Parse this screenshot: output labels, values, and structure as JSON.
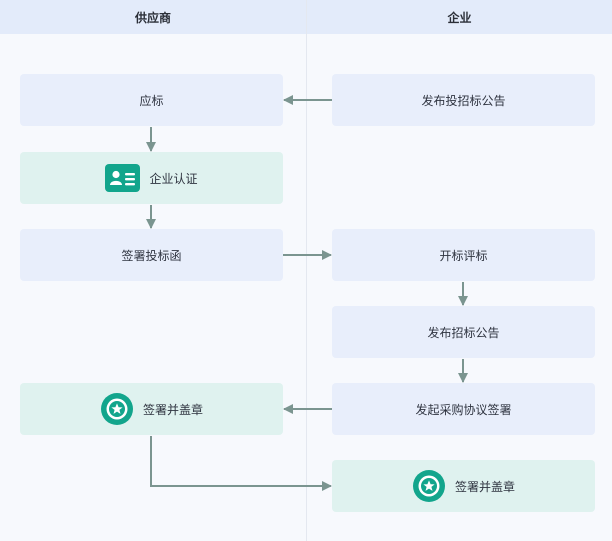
{
  "lanes": {
    "left": "供应商",
    "right": "企业"
  },
  "nodes": {
    "bid": "应标",
    "cert": "企业认证",
    "sign_bid": "签署投标函",
    "sign_seal_left": "签署并盖章",
    "publish_tender": "发布投招标公告",
    "open_eval": "开标评标",
    "publish_award": "发布招标公告",
    "procure_sign": "发起采购协议签署",
    "sign_seal_right": "签署并盖章"
  },
  "colors": {
    "header_bg": "#e3ebfa",
    "box_blue": "#e8eefb",
    "box_teal": "#dff2ef",
    "accent_teal": "#12a58c",
    "arrow": "#7b9590"
  },
  "icons": {
    "cert": "id-card-icon",
    "seal": "star-badge-icon"
  }
}
